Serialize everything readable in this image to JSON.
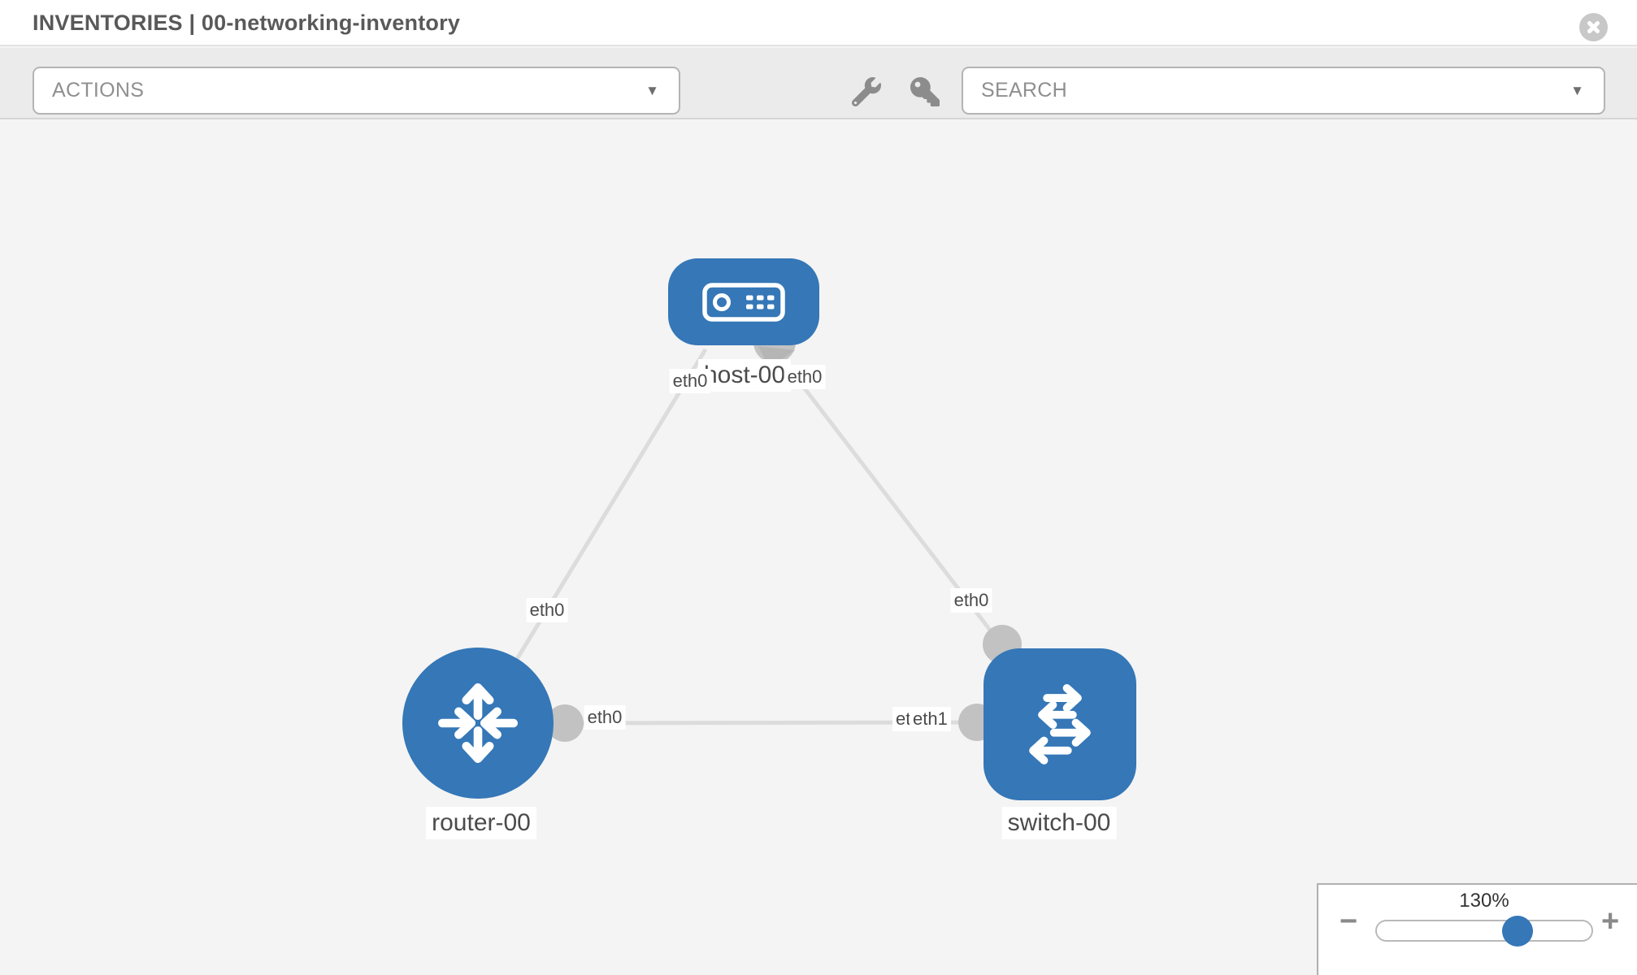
{
  "header": {
    "title": "INVENTORIES | 00-networking-inventory"
  },
  "toolbar": {
    "actions_label": "ACTIONS",
    "search_placeholder": "SEARCH"
  },
  "graph": {
    "nodes": {
      "host": {
        "label": "host-00",
        "type": "host",
        "icon": "server-icon"
      },
      "router": {
        "label": "router-00",
        "type": "router",
        "icon": "router-arrows-icon"
      },
      "switch": {
        "label": "switch-00",
        "type": "switch",
        "icon": "switch-arrows-icon"
      }
    },
    "interfaces": {
      "host_left": "eth0",
      "host_right": "eth0",
      "router_top": "eth0",
      "switch_top": "eth0",
      "router_right": "eth0",
      "switch_left_back": "eth0",
      "switch_left_front": "eth1"
    },
    "links": [
      {
        "from": "host-00",
        "from_if": "eth0",
        "to": "router-00",
        "to_if": "eth0"
      },
      {
        "from": "host-00",
        "from_if": "eth0",
        "to": "switch-00",
        "to_if": "eth0"
      },
      {
        "from": "router-00",
        "from_if": "eth0",
        "to": "switch-00",
        "to_if": "eth1"
      }
    ]
  },
  "zoom": {
    "level": "130%",
    "minus": "−",
    "plus": "+"
  },
  "colors": {
    "node_blue": "#3577b7",
    "link_gray": "#dcdcdc",
    "endpoint_gray": "#c2c2c2",
    "canvas_bg": "#f4f4f4",
    "toolbar_bg": "#ebebeb"
  }
}
